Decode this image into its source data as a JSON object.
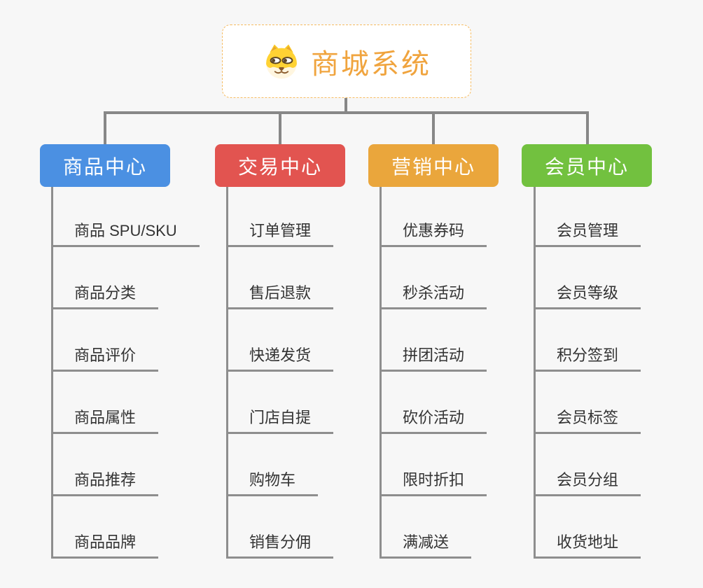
{
  "root": {
    "label": "商城系统",
    "icon": "dog-face-icon",
    "text_color": "#f0a43e",
    "border_color": "#f6bc62"
  },
  "branches": [
    {
      "label": "商品中心",
      "color": "#4b90e2",
      "children": [
        "商品 SPU/SKU",
        "商品分类",
        "商品评价",
        "商品属性",
        "商品推荐",
        "商品品牌"
      ]
    },
    {
      "label": "交易中心",
      "color": "#e25450",
      "children": [
        "订单管理",
        "售后退款",
        "快递发货",
        "门店自提",
        "购物车",
        "销售分佣"
      ]
    },
    {
      "label": "营销中心",
      "color": "#eaa63c",
      "children": [
        "优惠券码",
        "秒杀活动",
        "拼团活动",
        "砍价活动",
        "限时折扣",
        "满减送"
      ]
    },
    {
      "label": "会员中心",
      "color": "#72c13f",
      "children": [
        "会员管理",
        "会员等级",
        "积分签到",
        "会员标签",
        "会员分组",
        "收货地址"
      ]
    }
  ],
  "colors": {
    "background": "#f7f7f7",
    "connector": "#878787",
    "leaf_line": "#8e8e8e",
    "leaf_text": "#333333"
  }
}
